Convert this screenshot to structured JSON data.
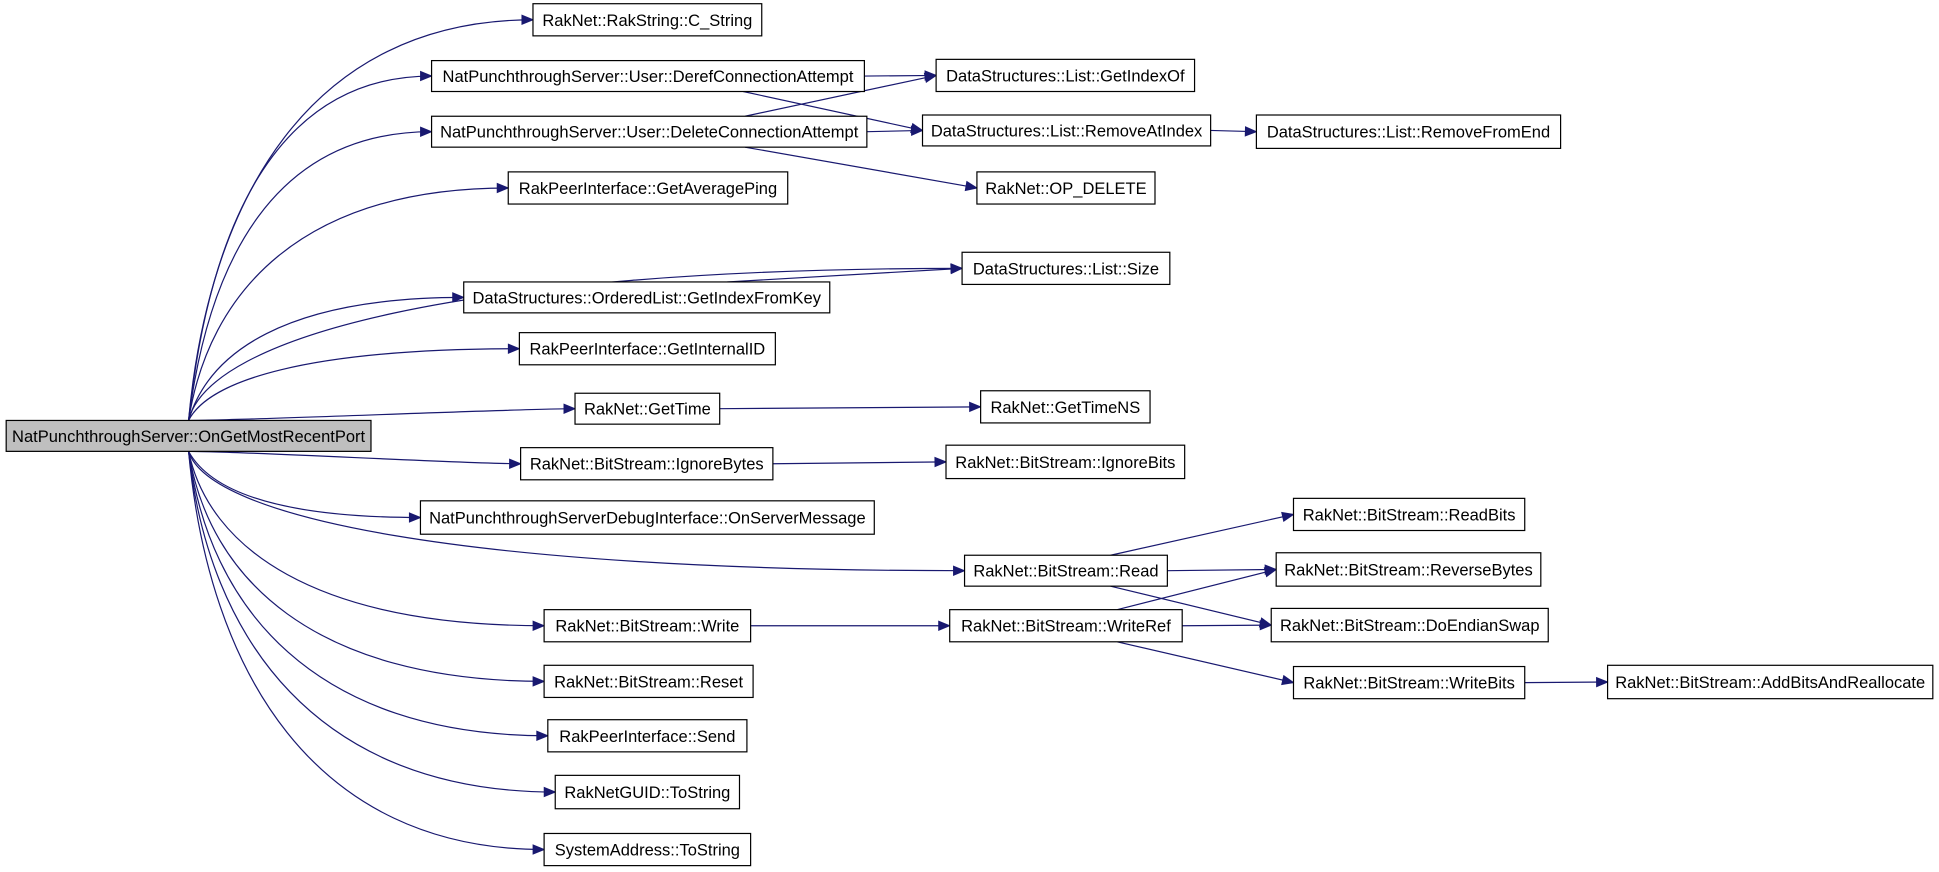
{
  "nodes": [
    {
      "id": "root",
      "label": "NatPunchthroughServer::OnGetMostRecentPort"
    },
    {
      "id": "c_string",
      "label": "RakNet::RakString::C_String"
    },
    {
      "id": "deref",
      "label": "NatPunchthroughServer::User::DerefConnectionAttempt"
    },
    {
      "id": "delete_ca",
      "label": "NatPunchthroughServer::User::DeleteConnectionAttempt"
    },
    {
      "id": "avg_ping",
      "label": "RakPeerInterface::GetAveragePing"
    },
    {
      "id": "get_index_key",
      "label": "DataStructures::OrderedList::GetIndexFromKey"
    },
    {
      "id": "internal_id",
      "label": "RakPeerInterface::GetInternalID"
    },
    {
      "id": "get_time",
      "label": "RakNet::GetTime"
    },
    {
      "id": "ignore_bytes",
      "label": "RakNet::BitStream::IgnoreBytes"
    },
    {
      "id": "on_server_msg",
      "label": "NatPunchthroughServerDebugInterface::OnServerMessage"
    },
    {
      "id": "read",
      "label": "RakNet::BitStream::Read"
    },
    {
      "id": "write",
      "label": "RakNet::BitStream::Write"
    },
    {
      "id": "reset",
      "label": "RakNet::BitStream::Reset"
    },
    {
      "id": "send",
      "label": "RakPeerInterface::Send"
    },
    {
      "id": "guid_tostring",
      "label": "RakNetGUID::ToString"
    },
    {
      "id": "sa_tostring",
      "label": "SystemAddress::ToString"
    },
    {
      "id": "get_index_of",
      "label": "DataStructures::List::GetIndexOf"
    },
    {
      "id": "remove_at",
      "label": "DataStructures::List::RemoveAtIndex"
    },
    {
      "id": "op_delete",
      "label": "RakNet::OP_DELETE"
    },
    {
      "id": "list_size",
      "label": "DataStructures::List::Size"
    },
    {
      "id": "get_time_ns",
      "label": "RakNet::GetTimeNS"
    },
    {
      "id": "ignore_bits",
      "label": "RakNet::BitStream::IgnoreBits"
    },
    {
      "id": "write_ref",
      "label": "RakNet::BitStream::WriteRef"
    },
    {
      "id": "remove_end",
      "label": "DataStructures::List::RemoveFromEnd"
    },
    {
      "id": "read_bits",
      "label": "RakNet::BitStream::ReadBits"
    },
    {
      "id": "reverse_bytes",
      "label": "RakNet::BitStream::ReverseBytes"
    },
    {
      "id": "endian_swap",
      "label": "RakNet::BitStream::DoEndianSwap"
    },
    {
      "id": "write_bits",
      "label": "RakNet::BitStream::WriteBits"
    },
    {
      "id": "add_bits",
      "label": "RakNet::BitStream::AddBitsAndReallocate"
    }
  ],
  "edges": [
    [
      "root",
      "c_string"
    ],
    [
      "root",
      "deref"
    ],
    [
      "root",
      "delete_ca"
    ],
    [
      "root",
      "avg_ping"
    ],
    [
      "root",
      "list_size"
    ],
    [
      "root",
      "get_index_key"
    ],
    [
      "root",
      "internal_id"
    ],
    [
      "root",
      "get_time"
    ],
    [
      "root",
      "ignore_bytes"
    ],
    [
      "root",
      "on_server_msg"
    ],
    [
      "root",
      "read"
    ],
    [
      "root",
      "write"
    ],
    [
      "root",
      "reset"
    ],
    [
      "root",
      "send"
    ],
    [
      "root",
      "guid_tostring"
    ],
    [
      "root",
      "sa_tostring"
    ],
    [
      "deref",
      "get_index_of"
    ],
    [
      "deref",
      "remove_at"
    ],
    [
      "delete_ca",
      "get_index_of"
    ],
    [
      "delete_ca",
      "remove_at"
    ],
    [
      "delete_ca",
      "op_delete"
    ],
    [
      "get_index_key",
      "list_size"
    ],
    [
      "get_time",
      "get_time_ns"
    ],
    [
      "ignore_bytes",
      "ignore_bits"
    ],
    [
      "remove_at",
      "remove_end"
    ],
    [
      "read",
      "read_bits"
    ],
    [
      "read",
      "reverse_bytes"
    ],
    [
      "read",
      "endian_swap"
    ],
    [
      "write",
      "write_ref"
    ],
    [
      "write_ref",
      "reverse_bytes"
    ],
    [
      "write_ref",
      "endian_swap"
    ],
    [
      "write_ref",
      "write_bits"
    ],
    [
      "write_bits",
      "add_bits"
    ]
  ]
}
